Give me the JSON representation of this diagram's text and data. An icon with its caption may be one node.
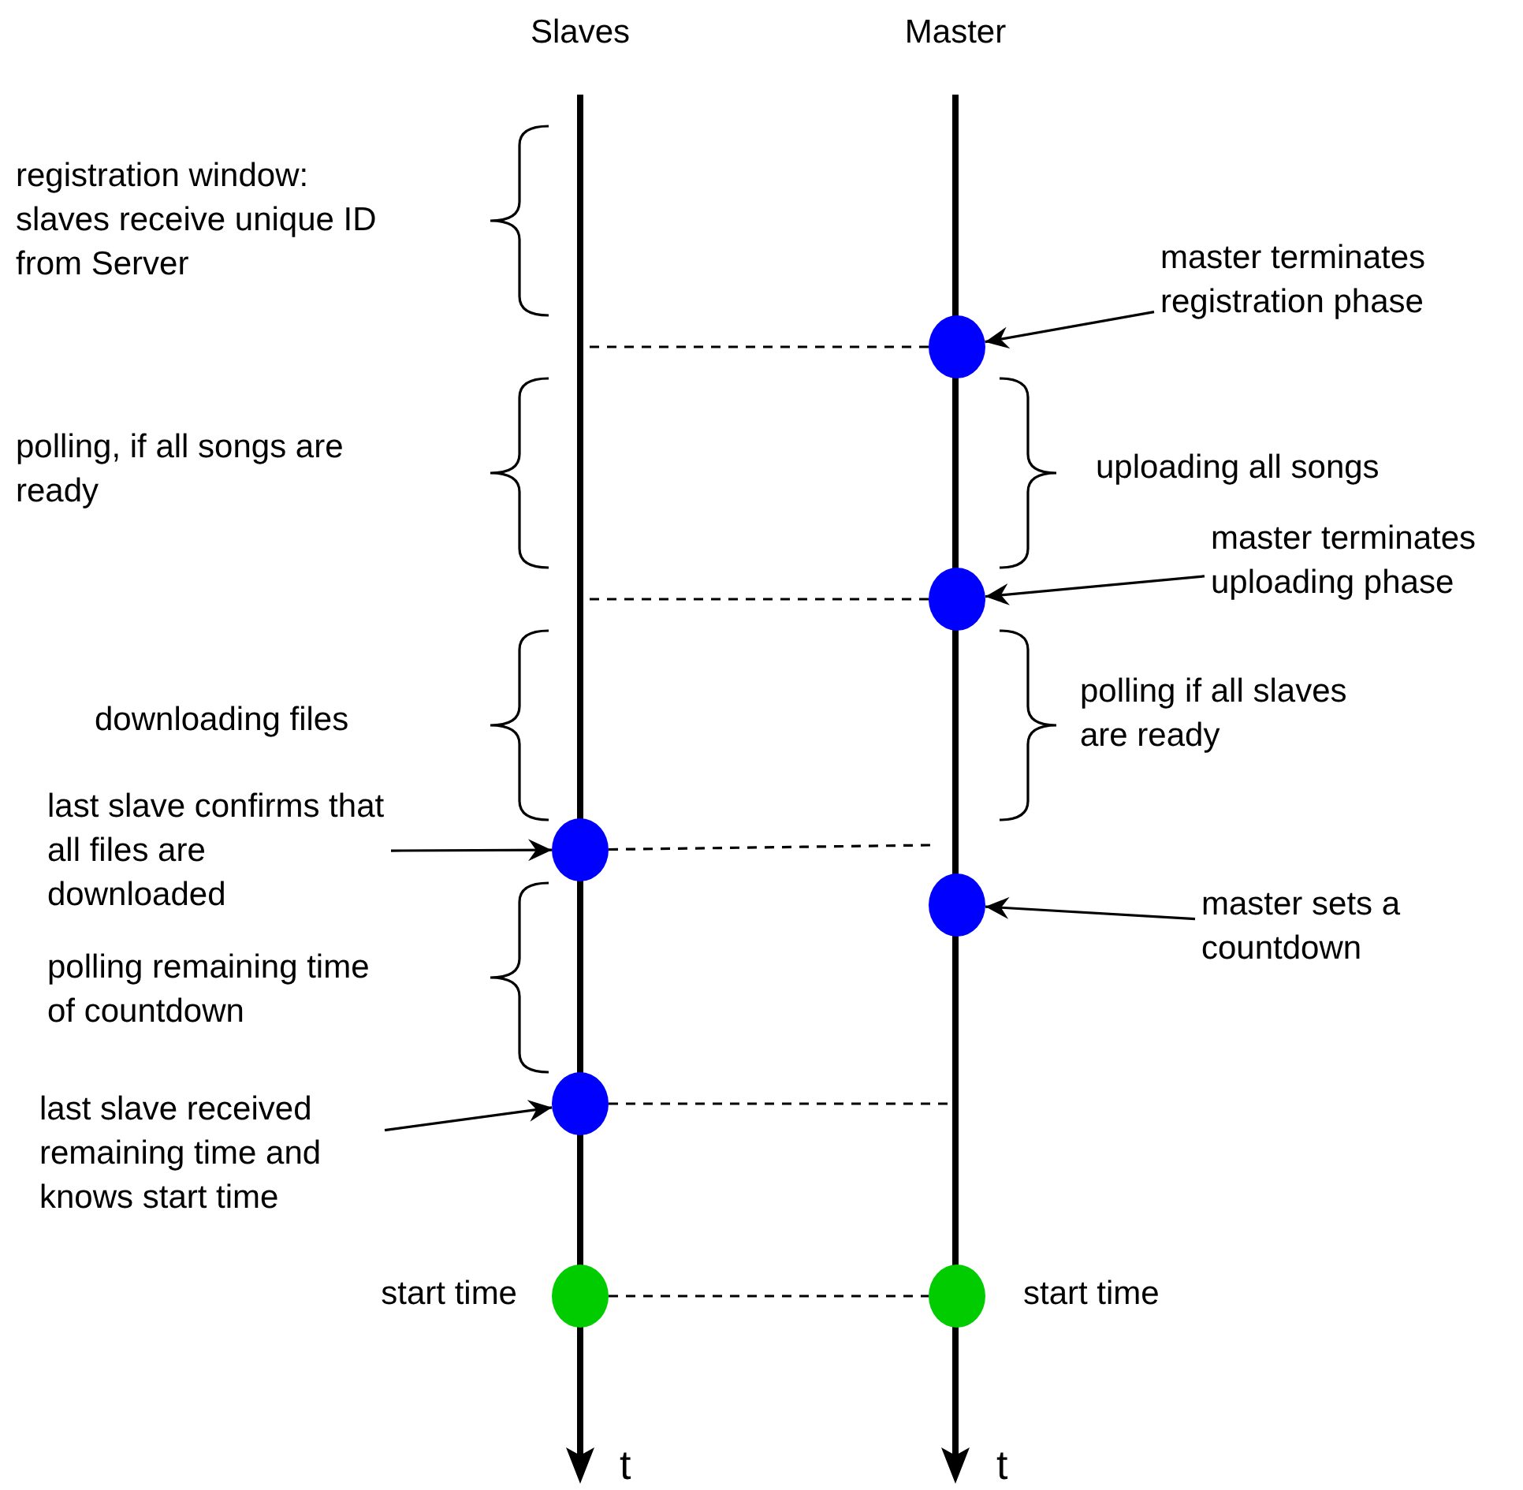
{
  "diagram": {
    "nodes": [
      {
        "text": [
          "master terminates registration phase"
        ]
      },
      {
        "text": [],
        "shape": "circle"
      },
      {
        "text": [
          "master terminates uploading phase"
        ]
      },
      {
        "text": [],
        "shape": "circle"
      },
      {
        "text": [
          "last slave confirms that all files are downloaded"
        ]
      },
      {
        "text": [],
        "shape": "circle"
      },
      {
        "text": [],
        "shape": "circle"
      },
      {
        "text": [
          "master sets a countdown"
        ]
      },
      {
        "text": [
          "last slave received remaining time and knows start time"
        ]
      },
      {
        "text": [],
        "shape": "circle"
      },
      {
        "text": [],
        "shape": "circle",
        "beside": [
          "start time"
        ]
      },
      {
        "text": [],
        "shape": "circle",
        "beside": [
          "start time"
        ]
      }
    ],
    "edges": [
      {
        "from": 0,
        "to": 1,
        "arrow": "to"
      },
      {
        "from": 1,
        "to": null,
        "arrow": "none",
        "style": "dashed"
      },
      {
        "from": 2,
        "to": 3,
        "arrow": "to"
      },
      {
        "from": 3,
        "to": null,
        "arrow": "none",
        "style": "dashed"
      },
      {
        "from": 4,
        "to": 5,
        "arrow": "to"
      },
      {
        "from": 5,
        "to": null,
        "arrow": "none",
        "style": "dashed"
      },
      {
        "from": 7,
        "to": 6,
        "arrow": "to"
      },
      {
        "from": 8,
        "to": 9,
        "arrow": "to"
      },
      {
        "from": 9,
        "to": null,
        "arrow": "none",
        "style": "dashed"
      },
      {
        "from": 10,
        "to": 11,
        "arrow": "none",
        "style": "dashed"
      }
    ],
    "labels": [
      "Slaves",
      "Master",
      "registration window: slaves receive unique ID from Server",
      "polling, if all songs are ready",
      "uploading all songs",
      "downloading files",
      "polling if all slaves are ready",
      "polling remaining time of countdown",
      "t",
      "t"
    ]
  }
}
